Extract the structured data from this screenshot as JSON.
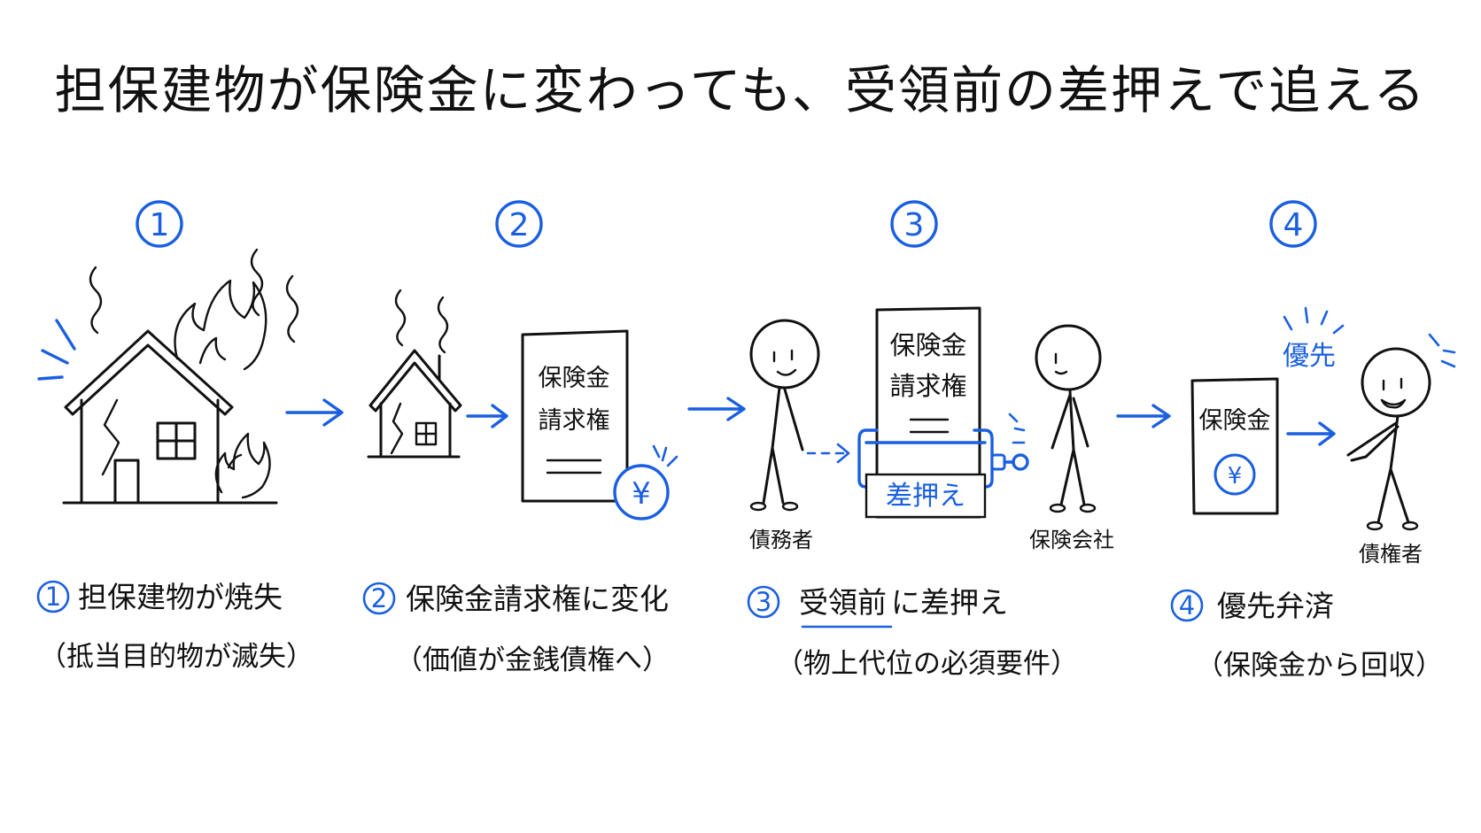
{
  "title": "担保建物が保険金に変わっても、受領前の差押えで追える",
  "steps": [
    {
      "num": "1",
      "caption": "担保建物が焼失",
      "sub": "（抵当目的物が滅失）"
    },
    {
      "num": "2",
      "caption": "保険金請求権に変化",
      "sub": "（価値が金銭債権へ）",
      "doc_line1": "保険金",
      "doc_line2": "請求権",
      "yen": "¥"
    },
    {
      "num": "3",
      "caption_underlined": "受領前",
      "caption_rest": "に差押え",
      "sub": "（物上代位の必須要件）",
      "doc_line1": "保険金",
      "doc_line2": "請求権",
      "clamp_label": "差押え",
      "debtor": "債務者",
      "insurer": "保険会社"
    },
    {
      "num": "4",
      "caption": "優先弁済",
      "sub": "（保険金から回収）",
      "doc_line1": "保険金",
      "yen": "¥",
      "priority": "優先",
      "creditor": "債権者"
    }
  ],
  "colors": {
    "ink": "#111111",
    "accent": "#1a5fe0",
    "background": "#ffffff"
  },
  "icons": [
    "burning-house-icon",
    "damaged-house-icon",
    "document-icon",
    "yen-coin-icon",
    "stick-figure-icon",
    "clamp-icon",
    "arrow-right-icon"
  ]
}
